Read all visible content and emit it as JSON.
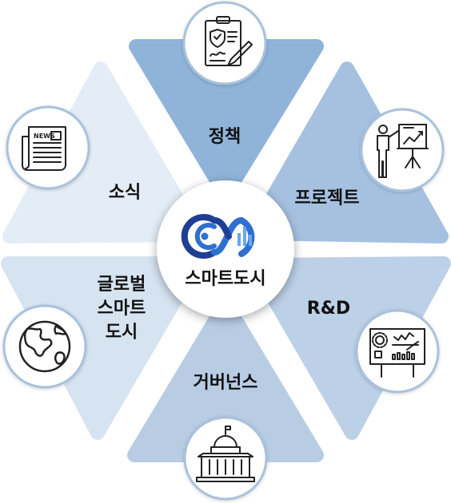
{
  "center": {
    "label": "스마트도시",
    "logo_colors": {
      "dark": "#1f3f95",
      "mid": "#2e6fd1",
      "light": "#6aa8e8"
    }
  },
  "segments": [
    {
      "id": "policy",
      "label_lines": [
        "정책"
      ],
      "color": "#8fb3d9",
      "icon": "policy-document-icon"
    },
    {
      "id": "project",
      "label_lines": [
        "프로젝트"
      ],
      "color": "#a6c1e0",
      "icon": "presentation-chart-icon"
    },
    {
      "id": "rnd",
      "label_lines": [
        "R&D"
      ],
      "color": "#bcd0e7",
      "icon": "research-dashboard-icon"
    },
    {
      "id": "governance",
      "label_lines": [
        "거버넌스"
      ],
      "color": "#b8cde4",
      "icon": "government-building-icon"
    },
    {
      "id": "global",
      "label_lines": [
        "글로벌",
        "스마트",
        "도시"
      ],
      "color": "#d6e3f1",
      "icon": "globe-icon"
    },
    {
      "id": "news",
      "label_lines": [
        "소식"
      ],
      "color": "#e4edf6",
      "icon": "newspaper-icon"
    }
  ],
  "icons": {
    "news_text": "NEWS"
  },
  "colors": {
    "icon_ring": "#a9c2dc",
    "icon_stroke": "#222222"
  }
}
